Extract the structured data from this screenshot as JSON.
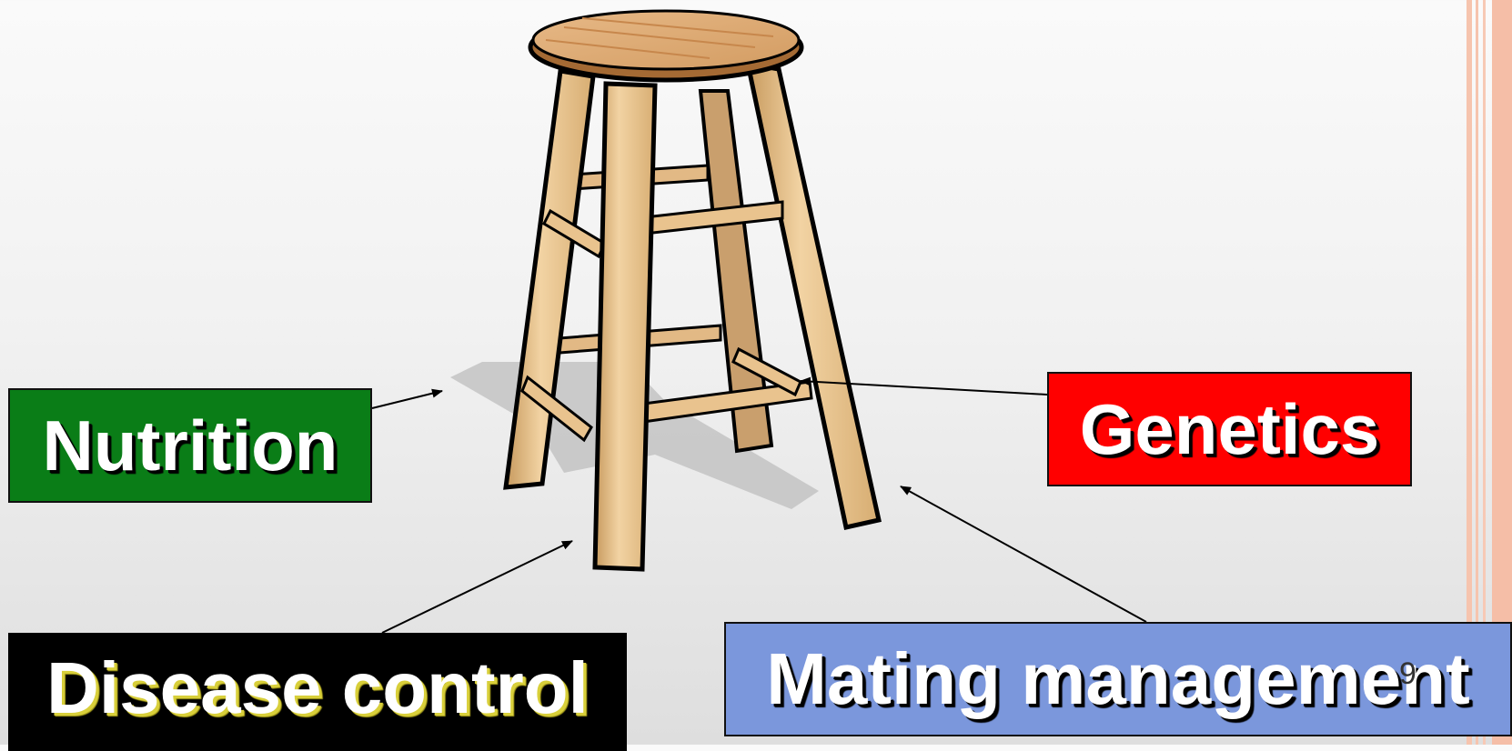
{
  "labels": {
    "nutrition": "Nutrition",
    "genetics": "Genetics",
    "disease_control": "Disease control",
    "mating_management": "Mating management"
  },
  "slide_number": "9",
  "icons": {
    "stool": "wooden-stool-icon"
  },
  "colors": {
    "nutrition_bg": "#0a7d17",
    "genetics_bg": "#ff0000",
    "disease_bg": "#000000",
    "mating_bg": "#7b97dc",
    "wood": "#e6c08a",
    "stripe": "#f4b9a1"
  }
}
